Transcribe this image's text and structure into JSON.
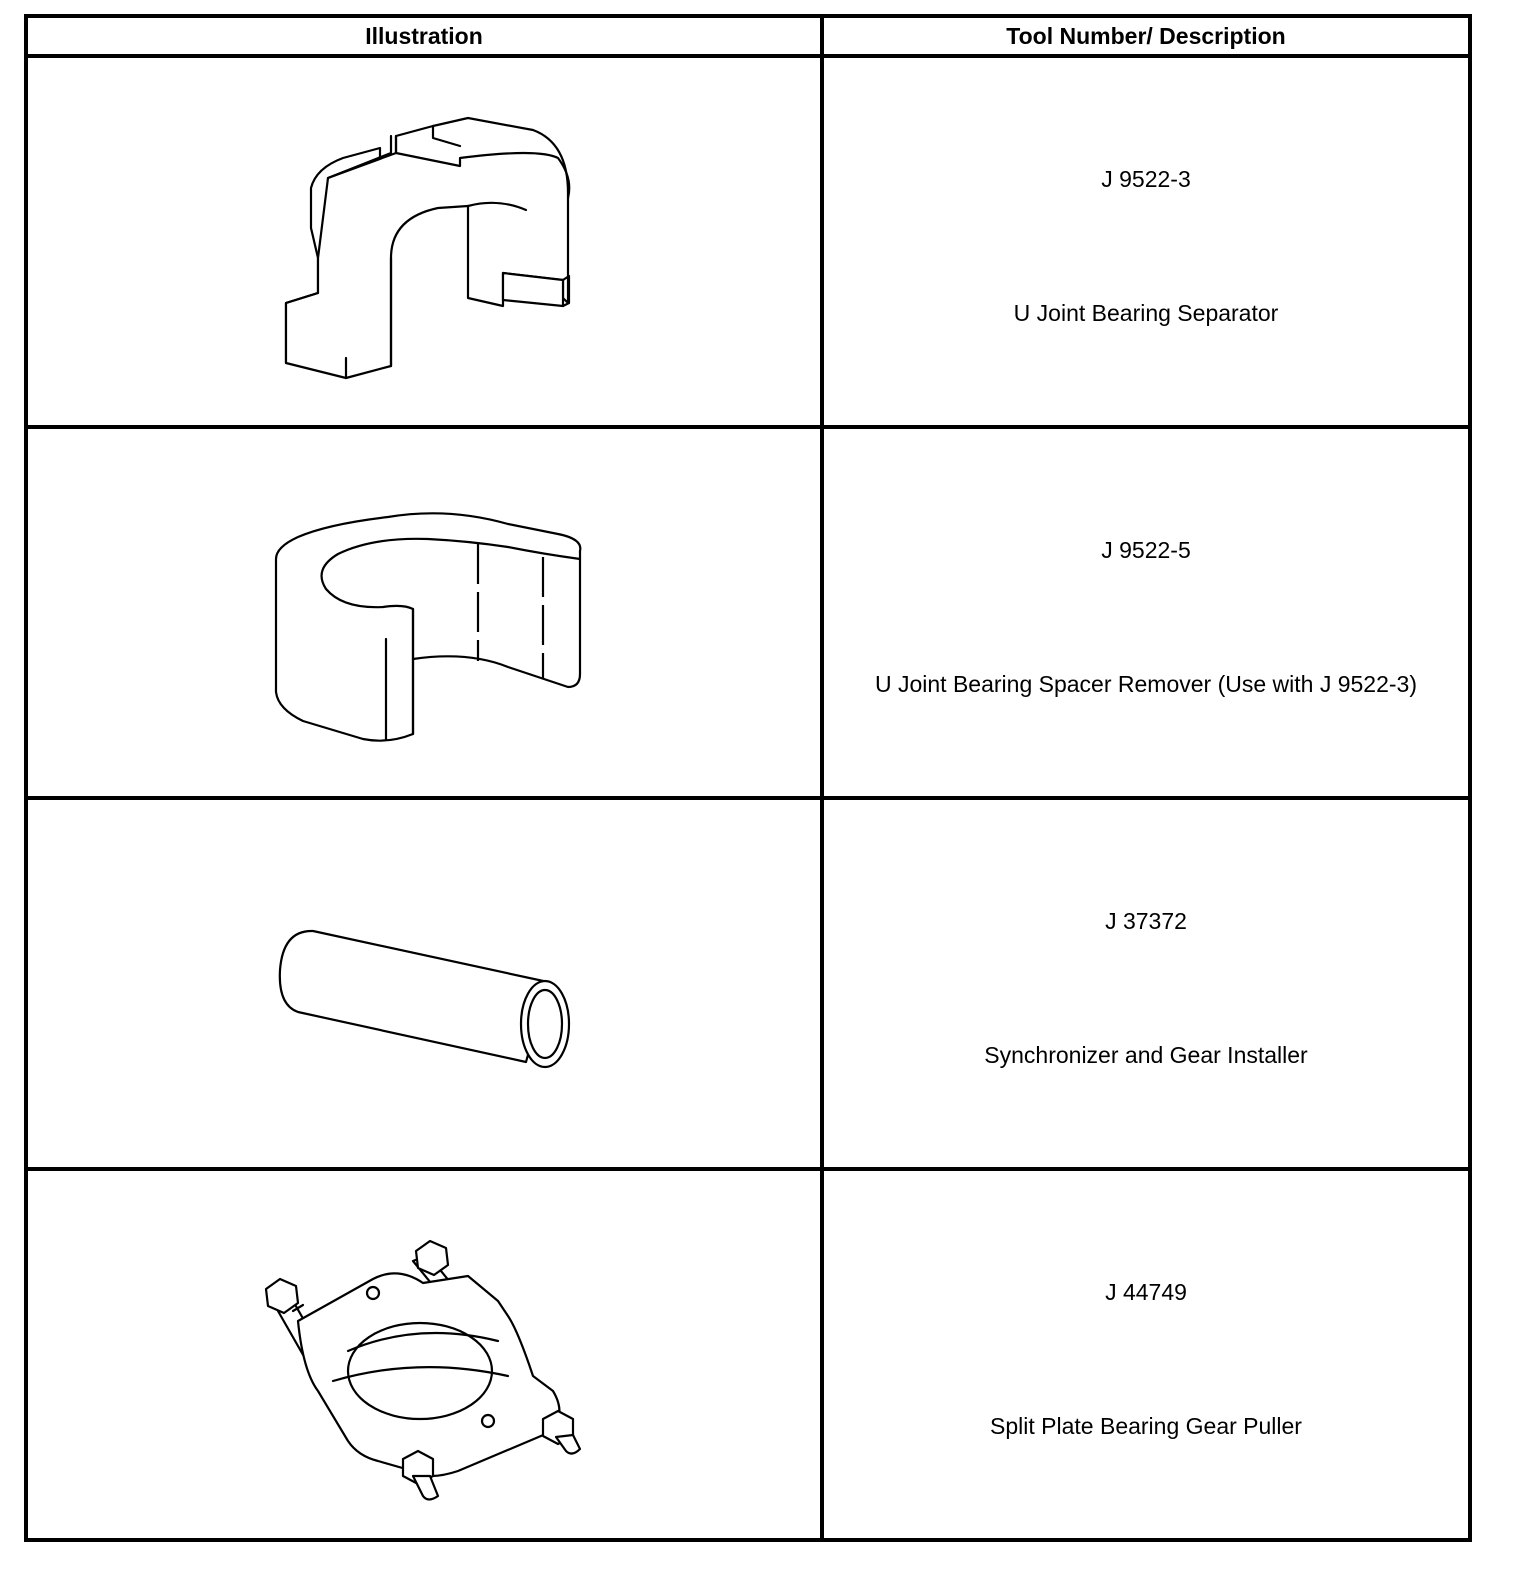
{
  "table": {
    "headers": {
      "illustration": "Illustration",
      "tool": "Tool Number/ Description"
    },
    "rows": [
      {
        "number": "J 9522-3",
        "description": "U Joint Bearing Separator",
        "icon": "bearing-separator-icon"
      },
      {
        "number": "J 9522-5",
        "description": "U Joint Bearing Spacer Remover (Use with J 9522-3)",
        "icon": "spacer-remover-icon"
      },
      {
        "number": "J 37372",
        "description": "Synchronizer and Gear Installer",
        "icon": "tube-installer-icon"
      },
      {
        "number": "J 44749",
        "description": "Split Plate Bearing Gear Puller",
        "icon": "split-plate-puller-icon"
      }
    ]
  }
}
